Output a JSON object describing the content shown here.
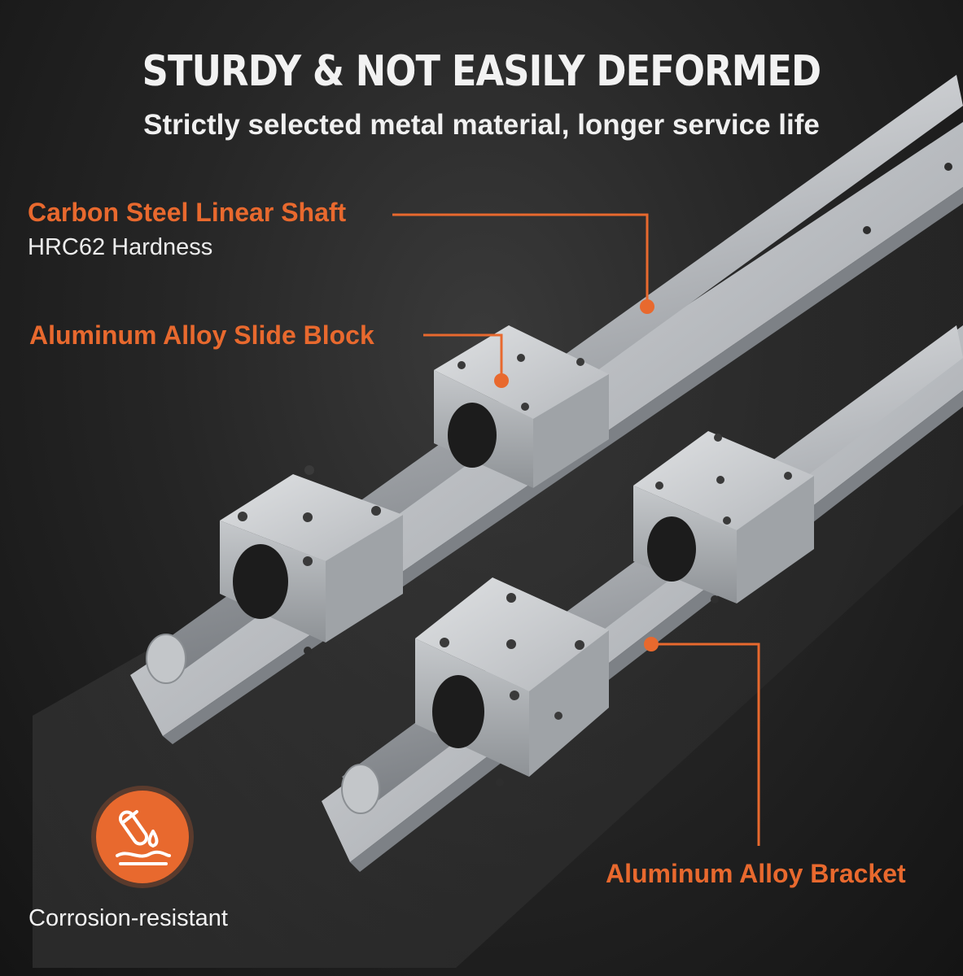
{
  "headline": "STURDY & NOT EASILY DEFORMED",
  "subheadline": "Strictly selected metal material, longer service life",
  "callouts": {
    "shaft": {
      "title": "Carbon Steel Linear Shaft",
      "detail": "HRC62 Hardness"
    },
    "slide_block": {
      "title": "Aluminum Alloy Slide Block"
    },
    "bracket": {
      "title": "Aluminum Alloy Bracket"
    }
  },
  "badge": {
    "icon": "corrosion-resistant-icon",
    "label": "Corrosion-resistant"
  },
  "colors": {
    "accent": "#e8692e",
    "background": "#262626",
    "text": "#f2f2f2",
    "metal": "#c9cccf"
  }
}
